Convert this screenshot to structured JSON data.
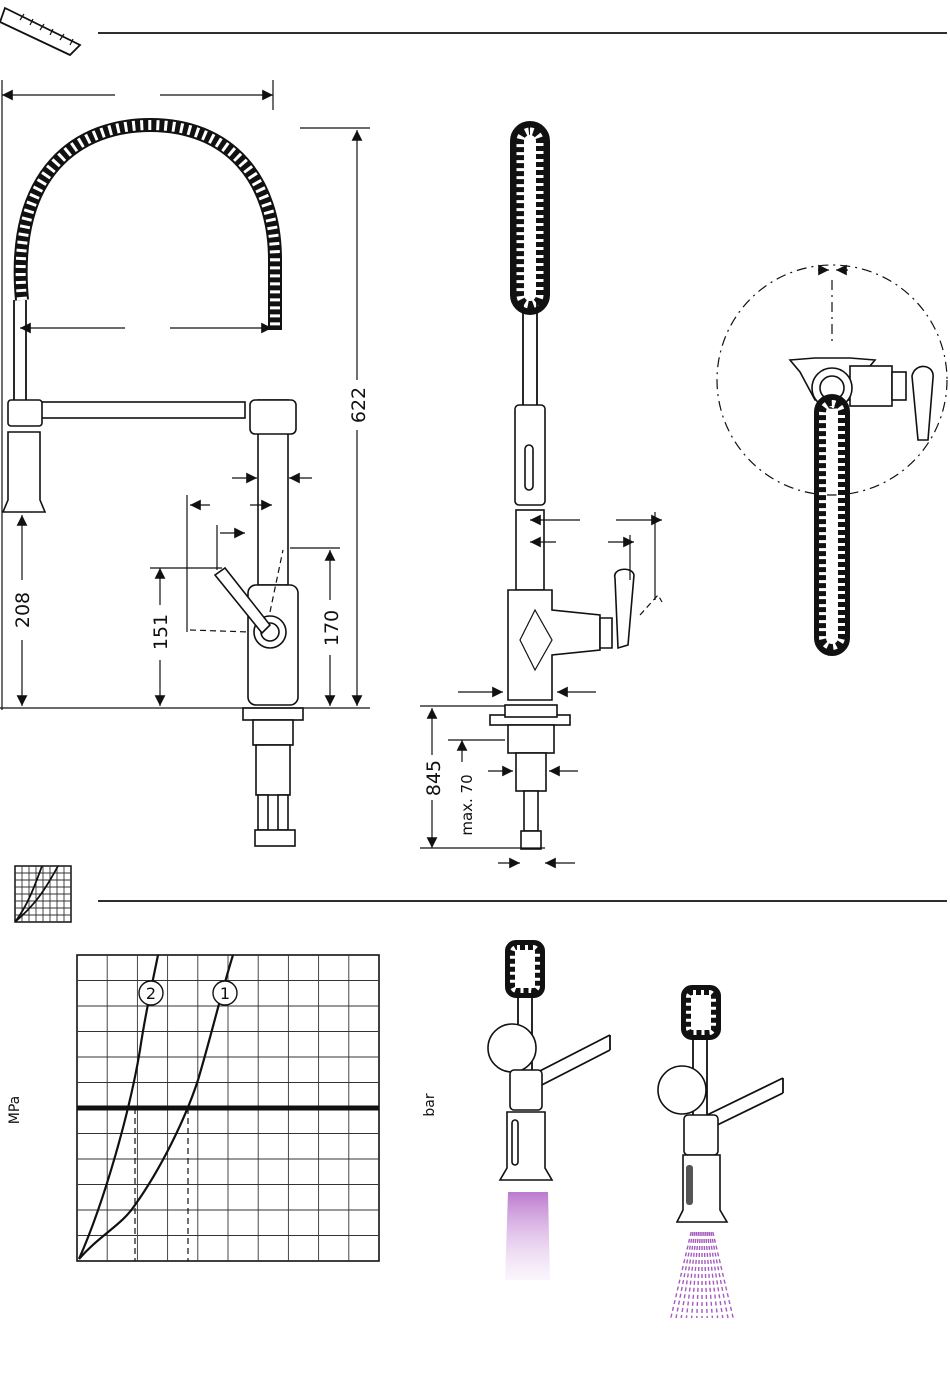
{
  "section_icons": {
    "dimensions": "ruler-icon",
    "flow_diagram": "flow-graph-icon"
  },
  "dimensions": {
    "overall_height": "622",
    "spout_height": "208",
    "lever_height": "151",
    "lever_swing_height": "170",
    "shank_length": "845",
    "max_deck": "max. 70"
  },
  "chart_data": {
    "type": "line",
    "title": "",
    "xlabel": "",
    "ylabel_left": "MPa",
    "ylabel_right": "bar",
    "series": [
      {
        "name": "1",
        "values": []
      },
      {
        "name": "2",
        "values": []
      }
    ],
    "reference_line": "thick horizontal line",
    "grid": true
  },
  "spray_modes": {
    "mode_a": "laminar-stream-icon",
    "mode_b": "spray-icon"
  },
  "colors": {
    "ink": "#111111",
    "spray": "#c58fd3"
  }
}
